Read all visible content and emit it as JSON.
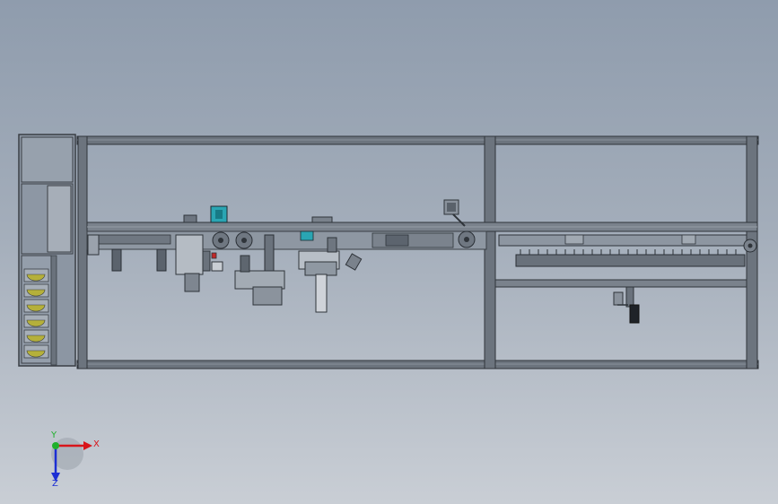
{
  "view": {
    "background_top": "#8f9cad",
    "background_bottom": "#c9ced5",
    "frame_color": "#5e6670",
    "frame_dark": "#33383e"
  },
  "triad": {
    "x_label": "X",
    "y_label": "Y",
    "z_label": "Z",
    "x_color": "#d8141a",
    "y_color": "#1fb02b",
    "z_color": "#1c2fd4"
  }
}
